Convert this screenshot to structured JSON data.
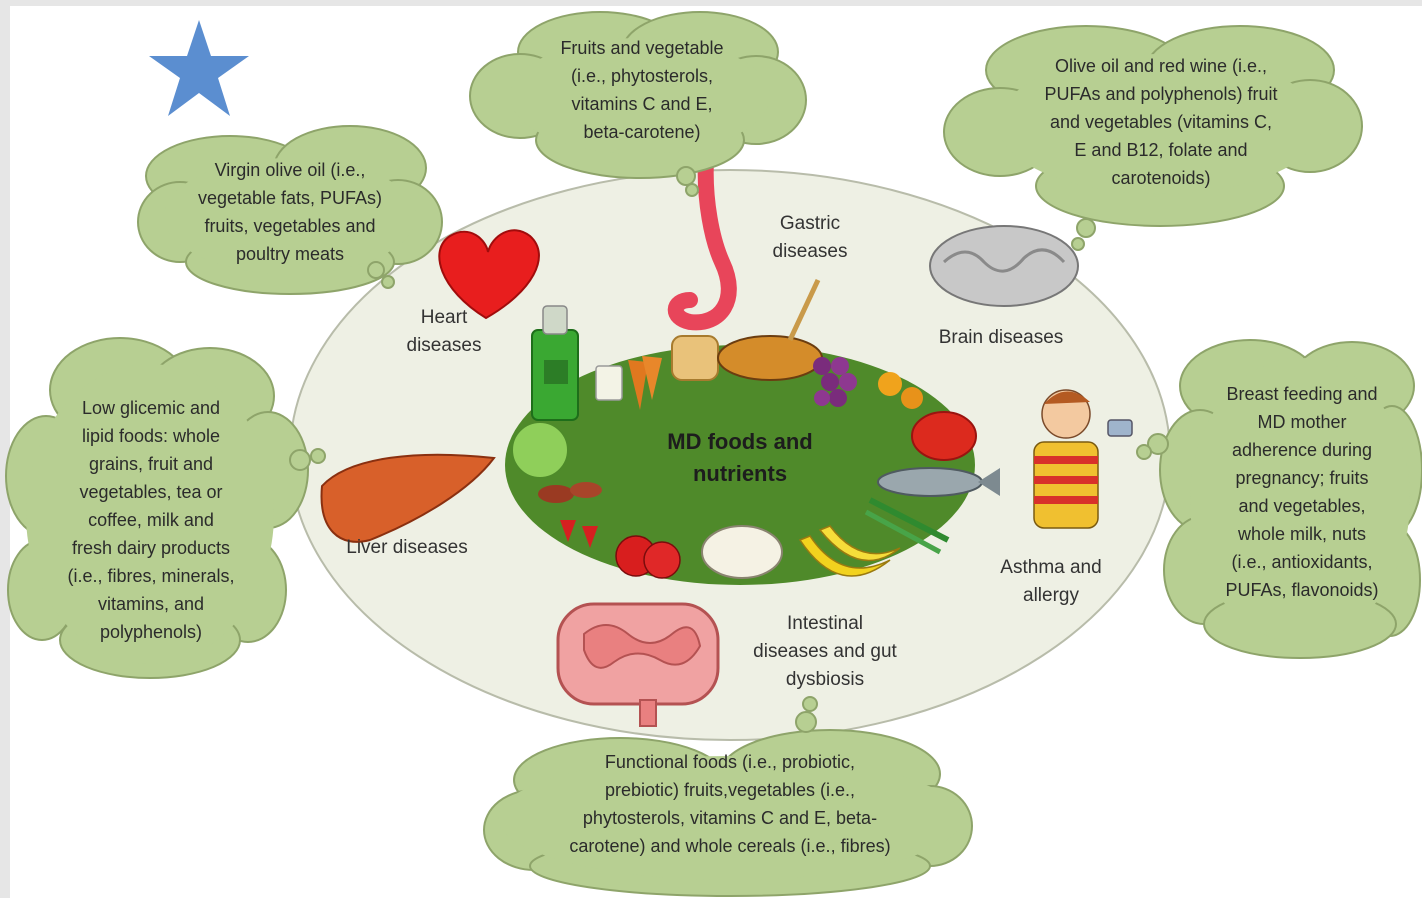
{
  "center_label": [
    "MD foods and",
    "nutrients"
  ],
  "disease_labels": {
    "heart": [
      "Heart",
      "diseases"
    ],
    "gastric": [
      "Gastric",
      "diseases"
    ],
    "brain": [
      "Brain diseases"
    ],
    "liver": [
      "Liver diseases"
    ],
    "asthma": [
      "Asthma and",
      "allergy"
    ],
    "intestinal": [
      "Intestinal",
      "diseases and gut",
      "dysbiosis"
    ]
  },
  "clouds": {
    "fruits_veg": [
      "Fruits and vegetable",
      "(i.e., phytosterols,",
      "vitamins C and E,",
      "beta-carotene)"
    ],
    "olive_wine": [
      "Olive oil and red wine (i.e.,",
      "PUFAs and polyphenols) fruit",
      "and vegetables (vitamins C,",
      "E and B12, folate and",
      "carotenoids)"
    ],
    "virgin_olive": [
      "Virgin olive oil (i.e.,",
      "vegetable fats, PUFAs)",
      "fruits, vegetables and",
      "poultry meats"
    ],
    "low_glycemic": [
      "Low glicemic and",
      "lipid foods: whole",
      "grains, fruit and",
      "vegetables, tea or",
      "coffee, milk and",
      "fresh dairy products",
      "(i.e., fibres, minerals,",
      "vitamins, and",
      "polyphenols)"
    ],
    "breast_feeding": [
      "Breast feeding and",
      "MD mother",
      "adherence during",
      "pregnancy; fruits",
      "and vegetables,",
      "whole milk, nuts",
      "(i.e., antioxidants,",
      "PUFAs, flavonoids)"
    ],
    "functional": [
      "Functional foods (i.e., probiotic,",
      "prebiotic) fruits,vegetables (i.e.,",
      "phytosterols, vitamins C and E, beta-",
      "carotene) and whole cereals (i.e., fibres)"
    ]
  },
  "colors": {
    "cloud_fill": "#b7cf92",
    "cloud_stroke": "#8ea46a",
    "ellipse_fill": "#eef0e4",
    "plate": "#4f8a2a",
    "star": "#5b8ed0"
  }
}
